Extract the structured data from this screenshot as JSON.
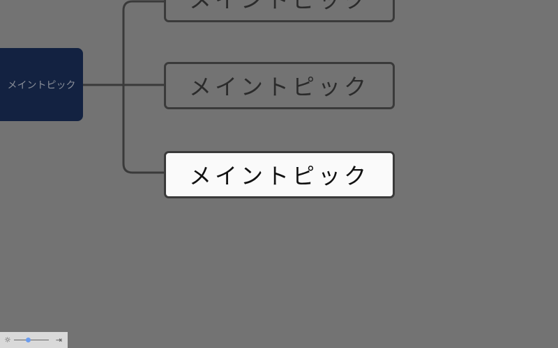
{
  "mindmap": {
    "central_topic": "メイントピック",
    "subtopics": [
      {
        "label": "メイントピック",
        "selected": false
      },
      {
        "label": "メイントピック",
        "selected": false
      },
      {
        "label": "メイントピック",
        "selected": true
      }
    ],
    "colors": {
      "central_bg": "#132241",
      "canvas_overlay": "#737373",
      "selected_bg": "#fafafa",
      "line": "#3a3a3a"
    }
  },
  "toolbar": {
    "brightness_icon": "sun-icon",
    "zoom_slider_percent": 40,
    "exit_icon": "exit-icon"
  }
}
